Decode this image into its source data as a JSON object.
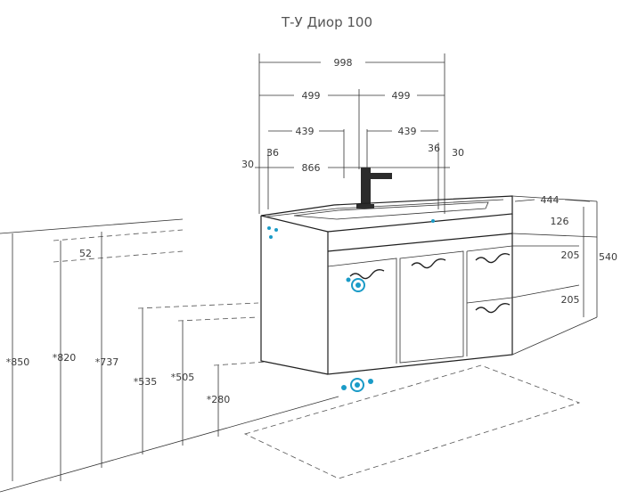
{
  "title": "Т-У Диор 100",
  "dimensions": {
    "overall_width": "998",
    "half_left": "499",
    "half_right": "499",
    "inner_left": "439",
    "inner_right": "439",
    "basin_width": "866",
    "left_offset_30": "30",
    "left_offset_36": "36",
    "right_offset_36": "36",
    "right_offset_30": "30",
    "depth": "444",
    "top_height": "126",
    "drawer_upper": "205",
    "drawer_lower": "205",
    "total_height": "540",
    "wall_52": "52",
    "h850": "*850",
    "h820": "*820",
    "h737": "*737",
    "h535": "*535",
    "h505": "*505",
    "h280": "*280"
  },
  "colors": {
    "accent": "#1a9bc7",
    "line": "#1f1f1f"
  }
}
